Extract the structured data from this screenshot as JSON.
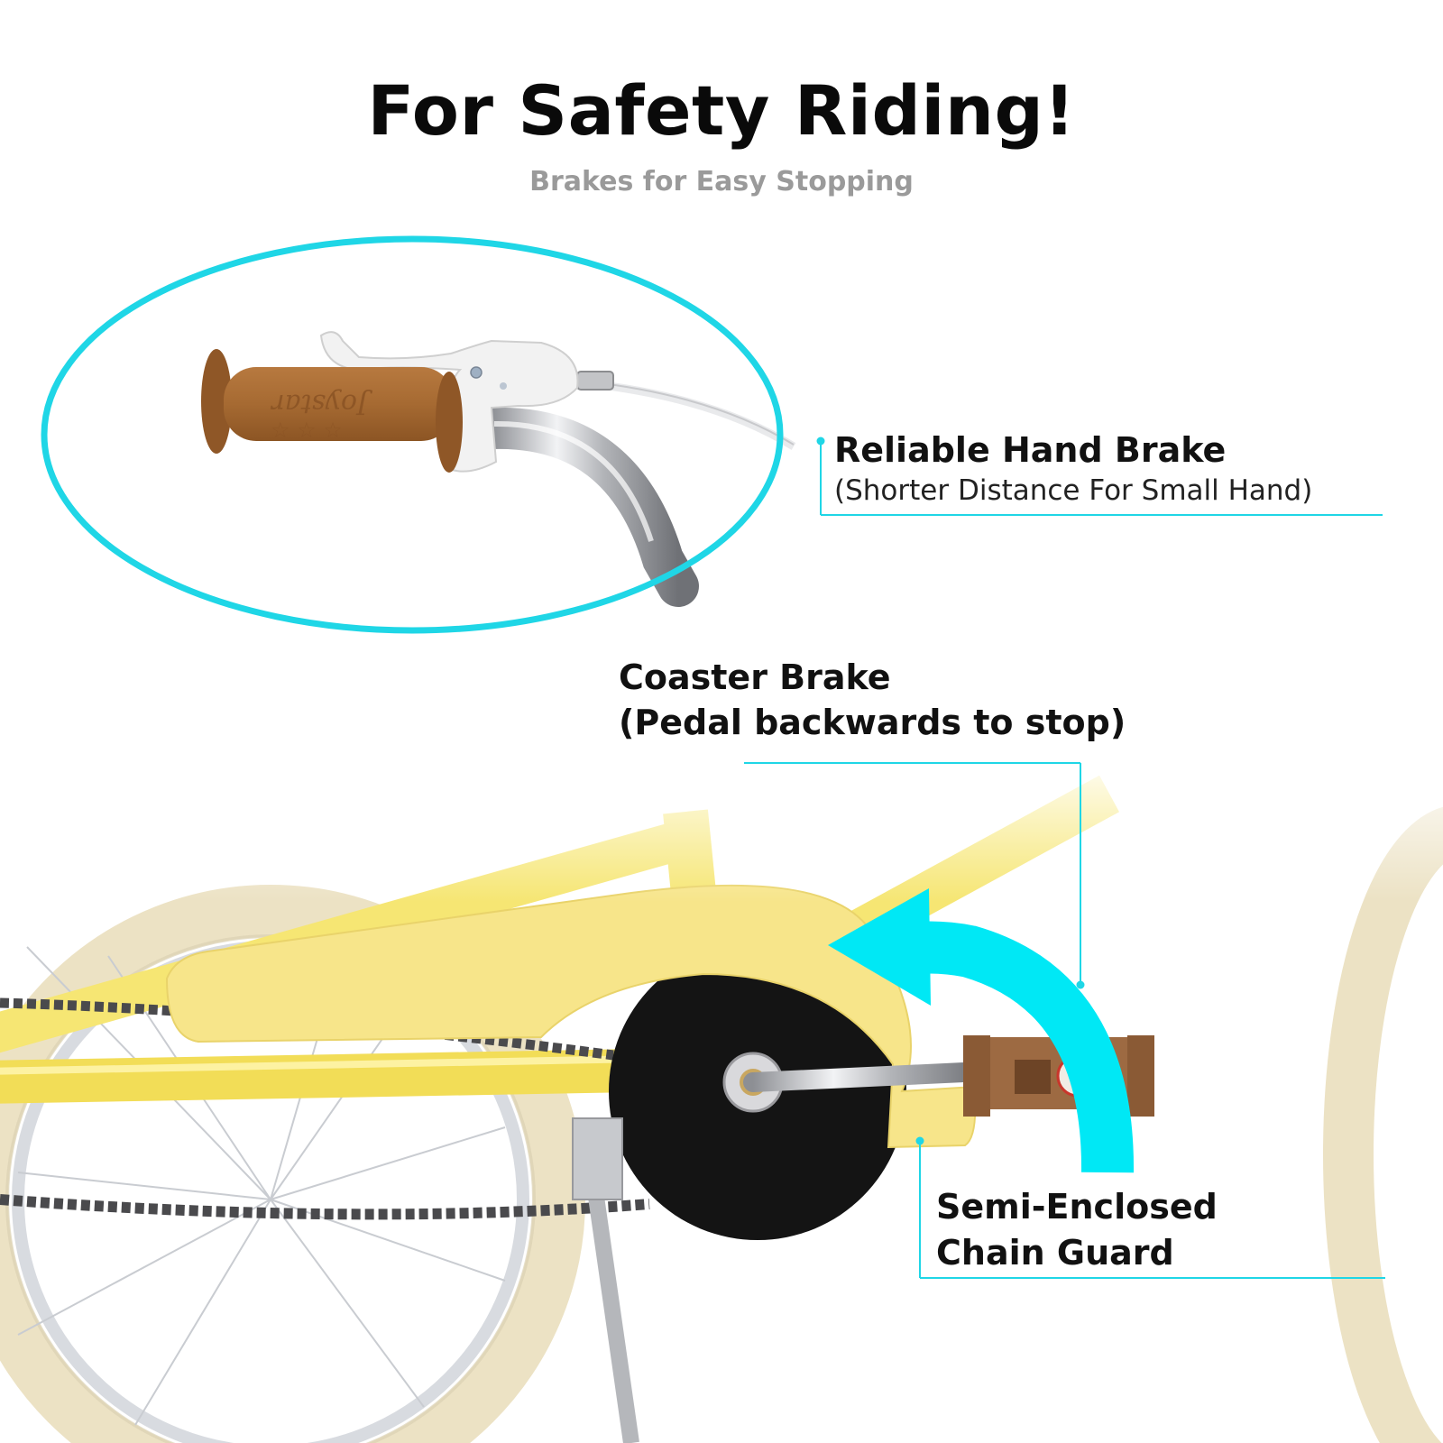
{
  "header": {
    "title": "For Safety Riding!",
    "subtitle": "Brakes for Easy Stopping"
  },
  "callouts": {
    "hand_brake": {
      "title": "Reliable Hand Brake",
      "subtitle": "(Shorter Distance For Small Hand)"
    },
    "coaster_brake": {
      "line1": "Coaster Brake",
      "line2": "(Pedal backwards to stop)"
    },
    "chain_guard": {
      "line1": "Semi-Enclosed",
      "line2": "Chain Guard"
    }
  },
  "grip_logo": "Joystar",
  "colors": {
    "accent_cyan": "#1fd6e6",
    "frame_yellow": "#f7e36a",
    "grip_brown": "#a5672f",
    "tire_cream": "#ece2c4"
  }
}
